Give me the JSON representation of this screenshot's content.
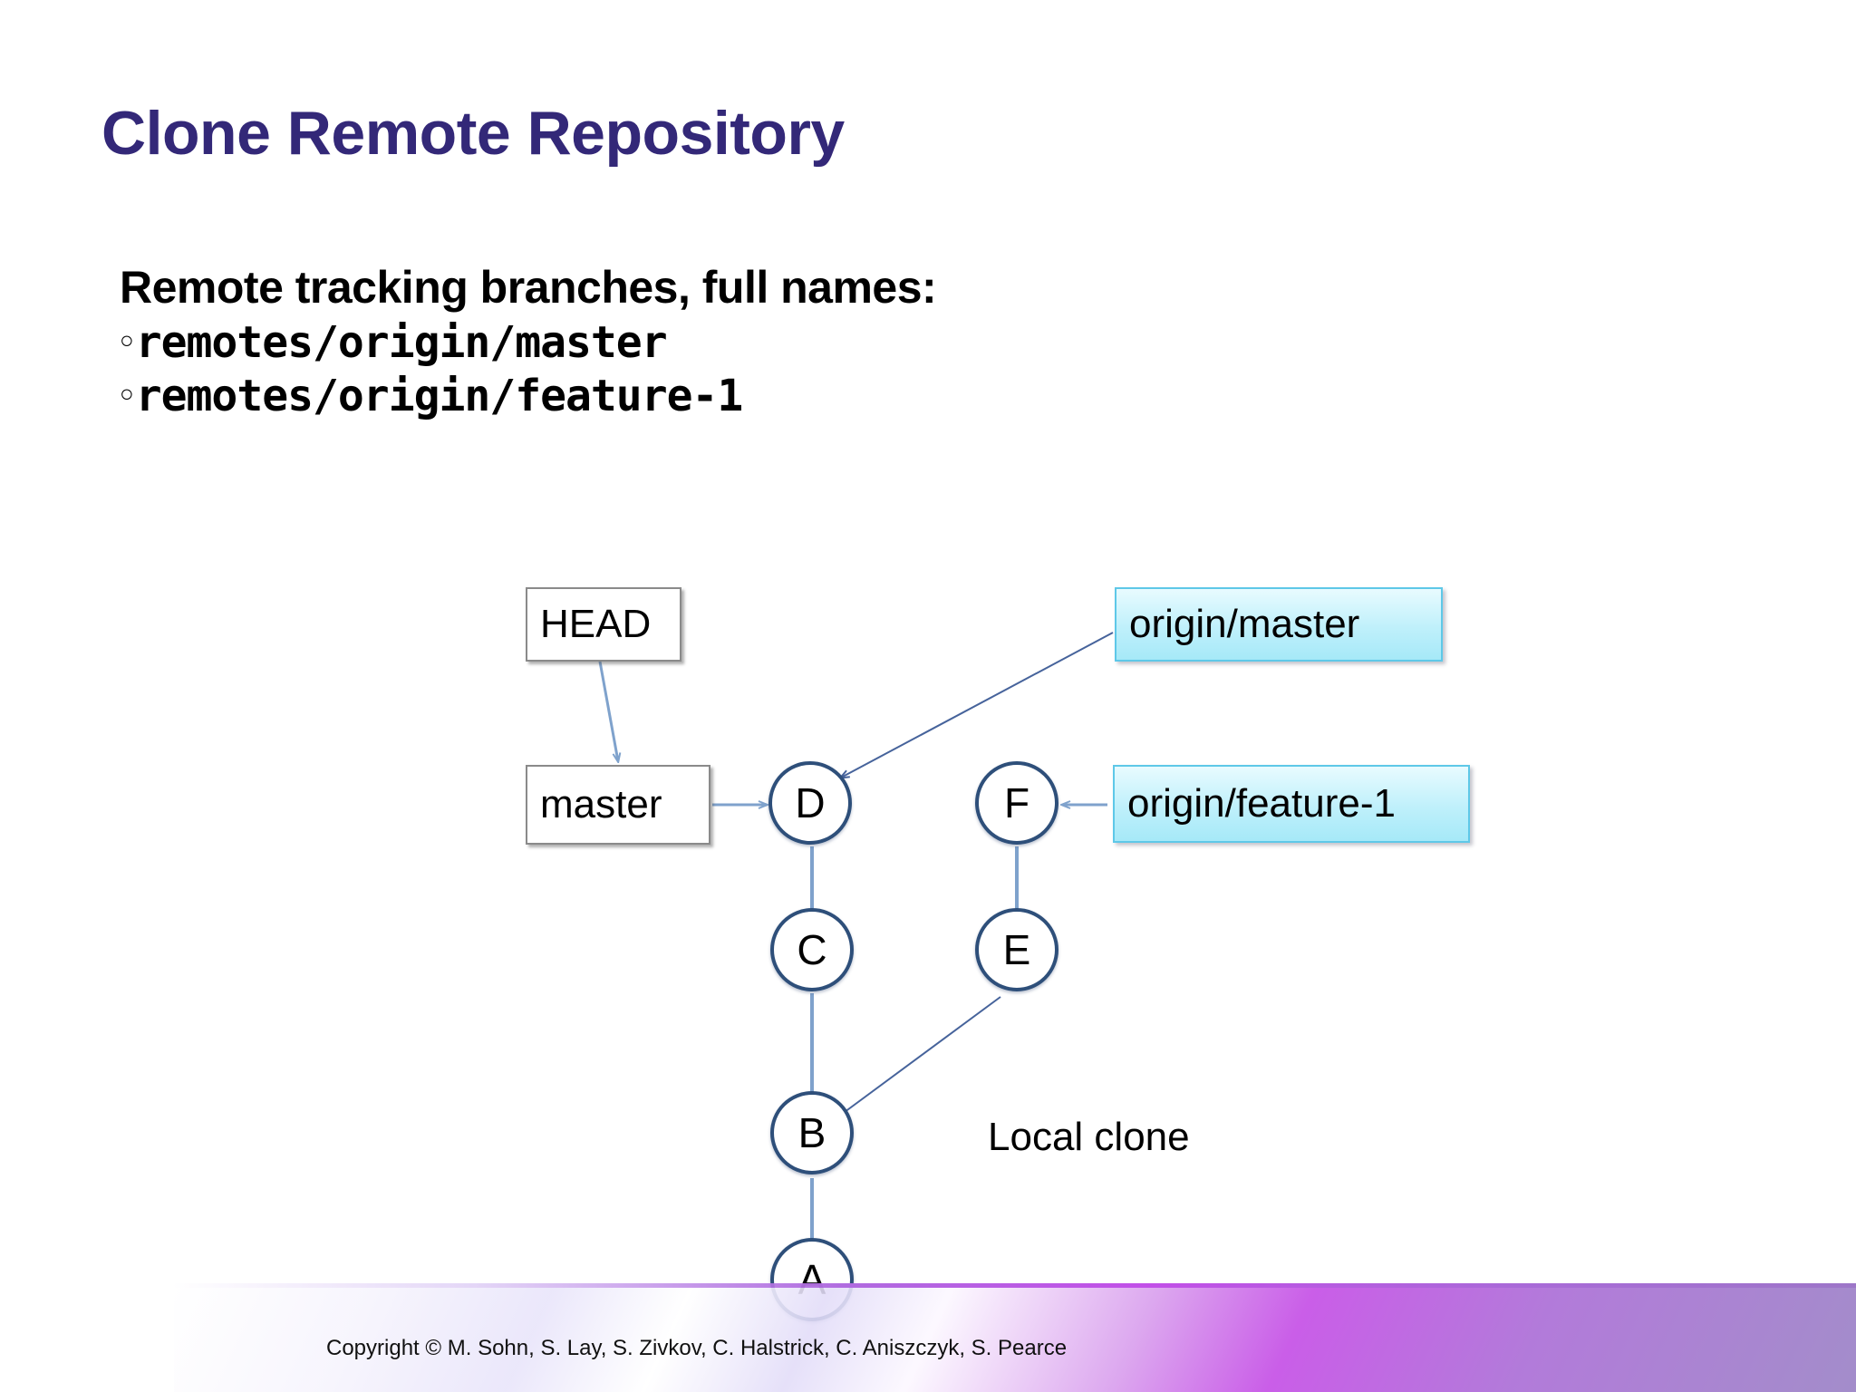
{
  "slide": {
    "title": "Clone Remote Repository",
    "lead_line": "Remote tracking branches, full names:",
    "bullets": [
      {
        "marker": "○",
        "text": "remotes/origin/master"
      },
      {
        "marker": "○",
        "text": "remotes/origin/feature-1"
      }
    ],
    "local_clone_label": "Local clone",
    "copyright": "Copyright © M. Sohn, S. Lay, S. Zivkov, C. Halstrick, C. Aniszczyk, S. Pearce"
  },
  "diagram": {
    "ref_boxes": [
      {
        "id": "head",
        "label": "HEAD"
      },
      {
        "id": "master",
        "label": "master"
      }
    ],
    "remote_boxes": [
      {
        "id": "origin-master",
        "label": "origin/master"
      },
      {
        "id": "origin-feature-1",
        "label": "origin/feature-1"
      }
    ],
    "commits": [
      {
        "id": "D",
        "label": "D"
      },
      {
        "id": "F",
        "label": "F"
      },
      {
        "id": "C",
        "label": "C"
      },
      {
        "id": "E",
        "label": "E"
      },
      {
        "id": "B",
        "label": "B"
      },
      {
        "id": "A",
        "label": "A"
      }
    ],
    "edges": [
      {
        "from": "HEAD",
        "to": "master",
        "kind": "arrow"
      },
      {
        "from": "master",
        "to": "D",
        "kind": "arrow"
      },
      {
        "from": "origin/master",
        "to": "D",
        "kind": "arrow"
      },
      {
        "from": "origin/feature-1",
        "to": "F",
        "kind": "arrow"
      },
      {
        "from": "D",
        "to": "C",
        "kind": "line"
      },
      {
        "from": "C",
        "to": "B",
        "kind": "line"
      },
      {
        "from": "B",
        "to": "A",
        "kind": "line"
      },
      {
        "from": "F",
        "to": "E",
        "kind": "line"
      },
      {
        "from": "E",
        "to": "B",
        "kind": "line"
      }
    ]
  },
  "colors": {
    "title": "#332878",
    "node_border": "#2e4f7a",
    "connector": "#7fa2cc",
    "remote_box_fill": "#bff0fb",
    "remote_box_border": "#5ec8e8",
    "ref_box_border": "#8a8a8a",
    "footer_accent": "#c24fe8"
  }
}
